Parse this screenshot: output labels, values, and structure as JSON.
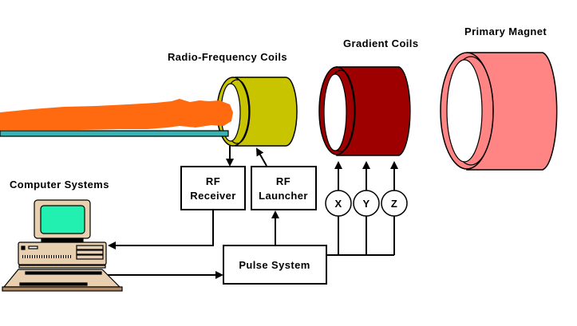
{
  "labels": {
    "rf_coils": "Radio-Frequency Coils",
    "gradient_coils": "Gradient Coils",
    "primary_magnet": "Primary Magnet",
    "computer_systems": "Computer Systems"
  },
  "boxes": {
    "rf_receiver": [
      "RF",
      "Receiver"
    ],
    "rf_launcher": [
      "RF",
      "Launcher"
    ],
    "pulse_system": "Pulse System"
  },
  "axes": [
    "X",
    "Y",
    "Z"
  ],
  "colors": {
    "body": "#ff6a10",
    "table": "#33b5b5",
    "rf_coil": "#c8c400",
    "gradient_coil": "#9e0000",
    "primary_magnet": "#ff8585",
    "computer": "#e8cfb0",
    "screen": "#22f0b0"
  }
}
